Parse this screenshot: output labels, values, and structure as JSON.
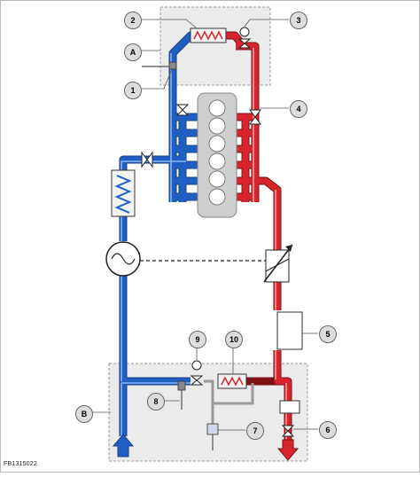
{
  "figure_code": "FB1315022",
  "callouts": [
    {
      "key": "A",
      "text": "A"
    },
    {
      "key": "B",
      "text": "B"
    },
    {
      "key": "1",
      "text": "1"
    },
    {
      "key": "2",
      "text": "2"
    },
    {
      "key": "3",
      "text": "3"
    },
    {
      "key": "4",
      "text": "4"
    },
    {
      "key": "5",
      "text": "5"
    },
    {
      "key": "6",
      "text": "6"
    },
    {
      "key": "7",
      "text": "7"
    },
    {
      "key": "8",
      "text": "8"
    },
    {
      "key": "9",
      "text": "9"
    },
    {
      "key": "10",
      "text": "10"
    }
  ],
  "colors": {
    "cold": "#1f5fc4",
    "cold_light": "#7aa6e6",
    "hot": "#d8242c",
    "hot_light": "#f08a8a",
    "module": "#ebebeb",
    "engine_block": "#cfcfcf",
    "outline": "#222222"
  },
  "icons": [
    "coolant-pump-icon",
    "valve-icon",
    "heat-exchanger-icon",
    "thermostat-icon",
    "fan-control-icon"
  ]
}
